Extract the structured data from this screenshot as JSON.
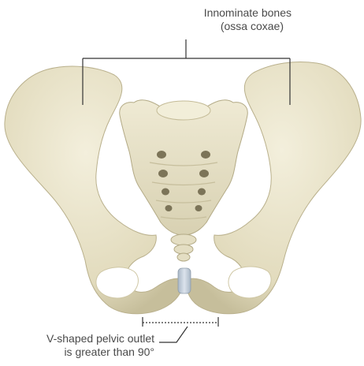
{
  "annotations": {
    "top_label": {
      "line1": "Innominate bones",
      "line2": "(ossa coxae)"
    },
    "bottom_label": {
      "line1": "V-shaped pelvic outlet",
      "line2": "is greater than 90°"
    }
  },
  "colors": {
    "bone_fill": "#ebe6cf",
    "bone_shadow": "#c9c2a1",
    "bone_dark": "#8f8868",
    "cartilage": "#b9c6d3",
    "leader_line": "#333333",
    "text": "#4a4a4a"
  }
}
